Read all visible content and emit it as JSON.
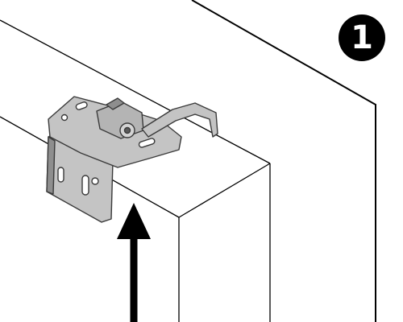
{
  "step": {
    "number": "1"
  },
  "colors": {
    "background": "#ffffff",
    "line": "#000000",
    "bracket_fill": "#c4c4c4",
    "bracket_dark": "#8e8e8e",
    "bracket_stroke": "#3a3a3a",
    "arrow": "#000000",
    "badge": "#000000"
  },
  "icons": {
    "step_marker": "filled-circle",
    "direction": "arrow-up"
  }
}
